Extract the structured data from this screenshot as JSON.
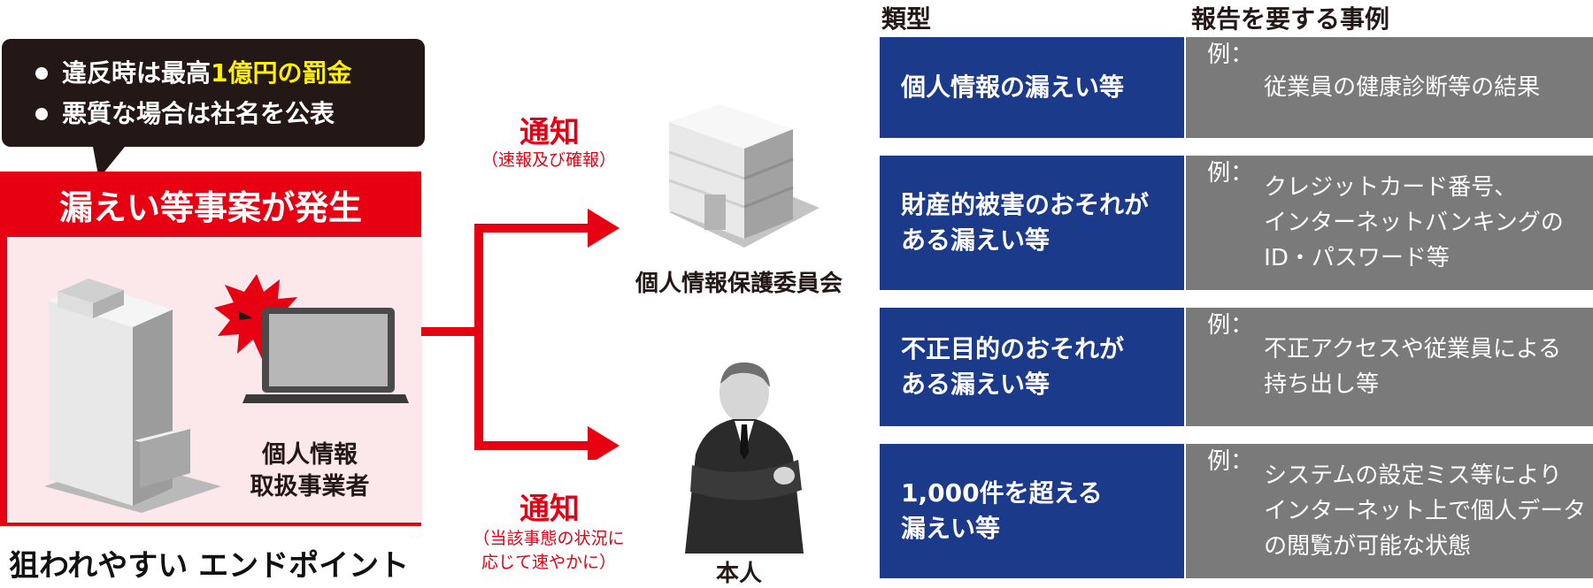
{
  "bubble": {
    "bullet1_pre": "違反時は最高",
    "bullet1_highlight": "1億円の罰金",
    "bullet2": "悪質な場合は社名を公表"
  },
  "incident": {
    "title": "漏えい等事案が発生",
    "operator_line1": "個人情報",
    "operator_line2": "取扱事業者"
  },
  "endpoint_label": "狙われやすい エンドポイント",
  "notify_ppc": {
    "label": "通知",
    "sub": "（速報及び確報）"
  },
  "notify_person": {
    "label": "通知",
    "sub_line1": "（当該事態の状況に",
    "sub_line2": "応じて速やかに）"
  },
  "ppc_label": "個人情報保護委員会",
  "person_label": "本人",
  "table": {
    "header_type": "類型",
    "header_examples": "報告を要する事例",
    "example_prefix": "例：",
    "rows": [
      {
        "category": "個人情報の漏えい等",
        "example": "従業員の健康診断等の結果"
      },
      {
        "category": "財産的被害のおそれが\nある漏えい等",
        "example": "クレジットカード番号、\nインターネットバンキングの\nID・パスワード等"
      },
      {
        "category": "不正目的のおそれが\nある漏えい等",
        "example": "不正アクセスや従業員による\n持ち出し等"
      },
      {
        "category": "1,000件を超える\n漏えい等",
        "example": "システムの設定ミス等により\nインターネット上で個人データ\nの閲覧が可能な状態"
      }
    ]
  },
  "colors": {
    "red": "#e60012",
    "navy": "#1c3a8a",
    "gray": "#7a7a7a",
    "bubble": "#231815",
    "highlight": "#fff100"
  },
  "icons": [
    "office-building-icon",
    "virus-icon",
    "laptop-icon",
    "businessman-icon",
    "tall-building-icon"
  ]
}
